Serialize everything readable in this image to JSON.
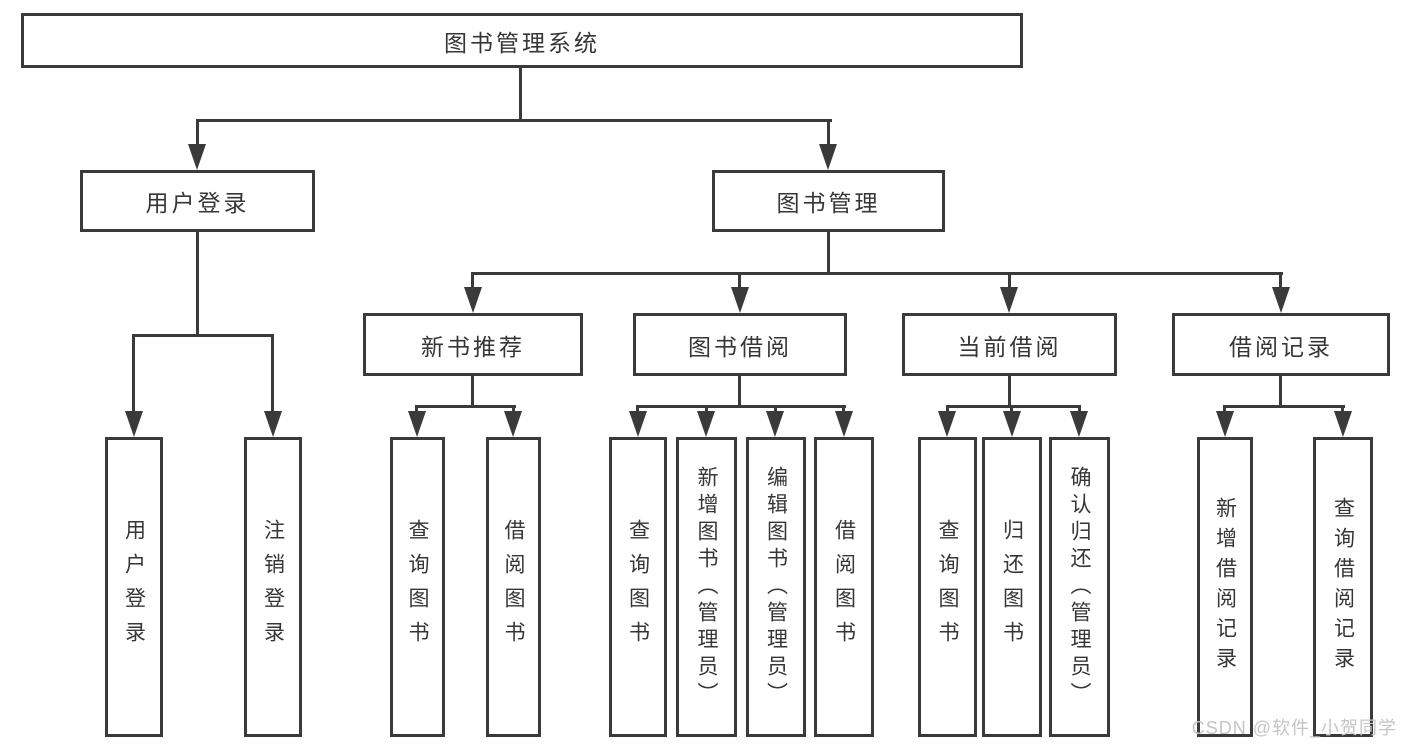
{
  "diagram": {
    "title": "图书管理系统",
    "level2": {
      "user_login": "用户登录",
      "book_mgmt": "图书管理"
    },
    "level3": {
      "new_book_rec": "新书推荐",
      "book_borrow": "图书借阅",
      "current_borrow": "当前借阅",
      "borrow_record": "借阅记录"
    },
    "leaves": {
      "user_login": [
        "用户登录",
        "注销登录"
      ],
      "new_book_rec": [
        "查询图书",
        "借阅图书"
      ],
      "book_borrow": [
        "查询图书",
        "新增图书（管理员）",
        "编辑图书（管理员）",
        "借阅图书"
      ],
      "current_borrow": [
        "查询图书",
        "归还图书",
        "确认归还（管理员）"
      ],
      "borrow_record": [
        "新增借阅记录",
        "查询借阅记录"
      ]
    }
  },
  "watermark": {
    "text": "CSDN @软件_小贺同学"
  },
  "colors": {
    "line": "#3a3a3a",
    "text": "#363636",
    "watermark": "#c5c5c5",
    "background": "#ffffff"
  }
}
